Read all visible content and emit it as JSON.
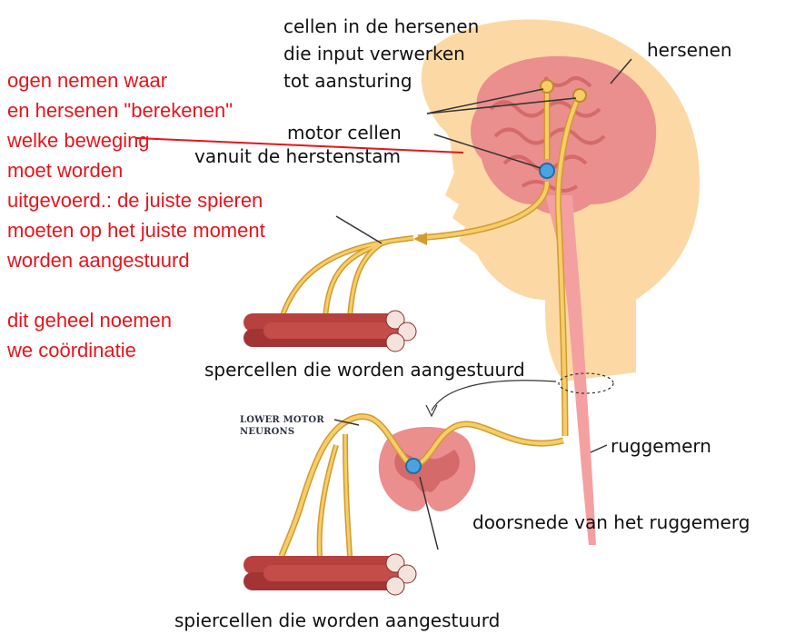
{
  "labels": {
    "cells_brain": [
      "cellen in de hersenen",
      "die input verwerken",
      "tot aansturing"
    ],
    "brain": "hersenen",
    "motor_cells": [
      "motor cellen",
      "vanuit de herstenstam"
    ],
    "muscle_top": "spercellen die worden aangestuurd",
    "lower_motor": [
      "LOWER MOTOR",
      "NEURONS"
    ],
    "spinal_cord": "ruggemern",
    "cross_section": "doorsnede van het ruggemerg",
    "muscle_bottom": "spiercellen die worden aangestuurd"
  },
  "note": {
    "lines": [
      "ogen nemen waar",
      "en hersenen \"berekenen\"",
      "welke beweging",
      "moet worden",
      "uitgevoerd.: de juiste spieren",
      "moeten op het juiste moment",
      "worden aangestuurd",
      "",
      "dit geheel noemen",
      "we coördinatie"
    ]
  },
  "colors": {
    "annotation": "#e8141c",
    "skin": "#fcd9a4",
    "brain": "#eb8e8e",
    "nerve": "#f6cd6a",
    "muscle": "#b8413f",
    "neuron": "#4aa3df"
  }
}
